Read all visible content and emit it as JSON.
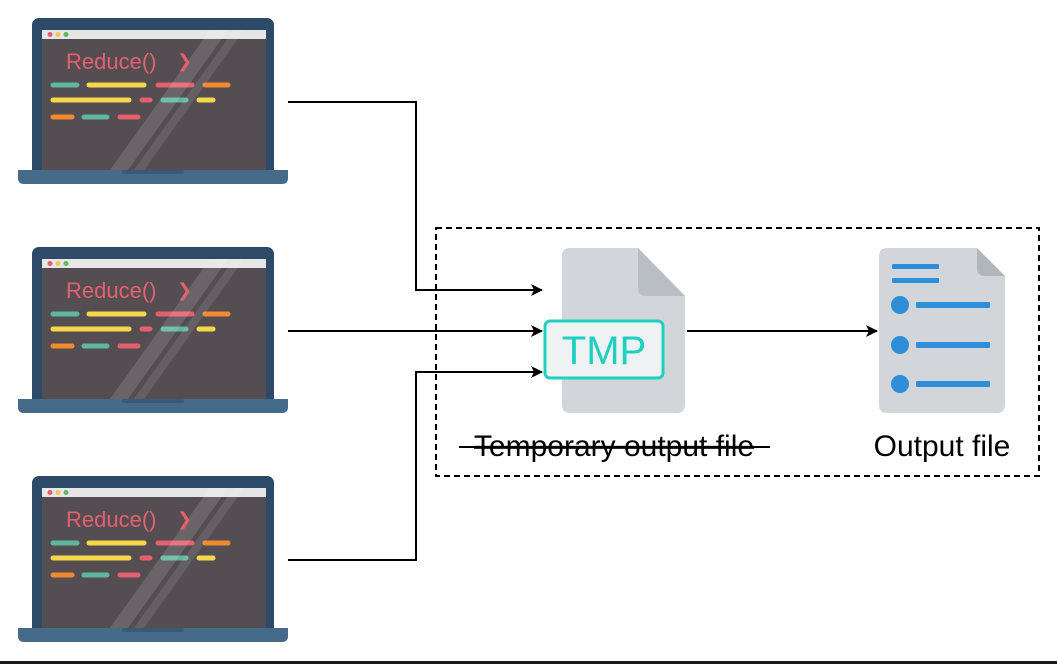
{
  "diagram": {
    "laptops": [
      {
        "code_label": "Reduce()",
        "chevron": "❯"
      },
      {
        "code_label": "Reduce()",
        "chevron": "❯"
      },
      {
        "code_label": "Reduce()",
        "chevron": "❯"
      }
    ],
    "tmp_badge": "TMP",
    "temporary_file_label": "Temporary output file",
    "output_file_label": "Output file"
  },
  "colors": {
    "laptop_frame": "#2d4a68",
    "laptop_base": "#466a8a",
    "screen_bg": "#544d52",
    "code_red": "#e5606e",
    "code_teal": "#5fb89b",
    "code_yellow": "#f5d84a",
    "code_orange": "#ef8a2e",
    "tmp_teal": "#1fd0c0",
    "doc_gray": "#d2d6da",
    "doc_fold": "#b8bec4",
    "output_blue": "#2e8fd8"
  }
}
